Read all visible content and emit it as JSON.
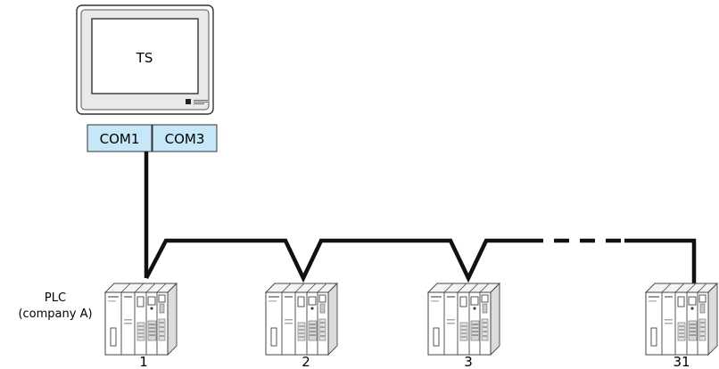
{
  "terminal": {
    "label": "TS",
    "ports": [
      "COM1",
      "COM3"
    ],
    "port_fill": "#c5e7f7"
  },
  "plc": {
    "label_line1": "PLC",
    "label_line2": "(company A)",
    "stations": [
      "1",
      "2",
      "3",
      "31"
    ]
  },
  "colors": {
    "cable": "#111111",
    "outline": "#333333"
  }
}
